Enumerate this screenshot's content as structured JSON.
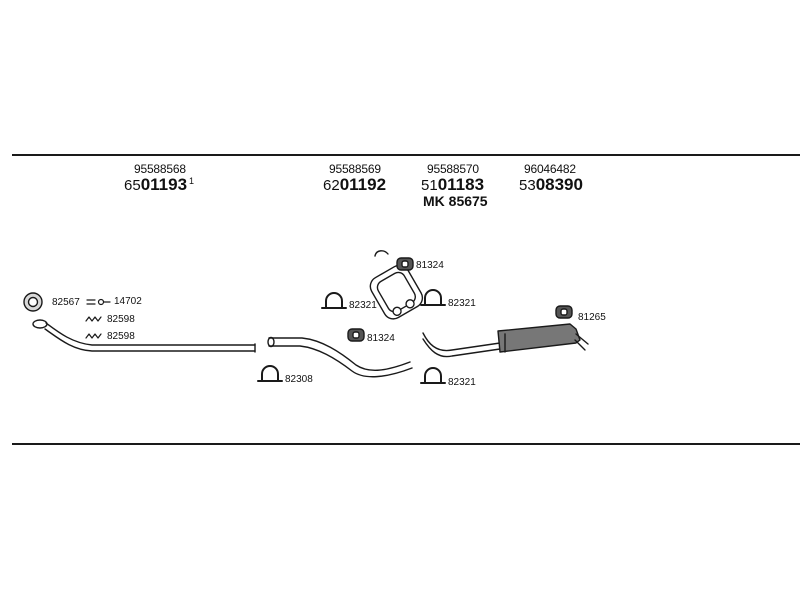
{
  "header_parts": [
    {
      "part": "95588568",
      "prefix": "65",
      "main": "01193",
      "sup": "1"
    },
    {
      "part": "95588569",
      "prefix": "62",
      "main": "01192",
      "sup": ""
    },
    {
      "part": "95588570",
      "prefix": "51",
      "main": "01183",
      "sup": ""
    },
    {
      "part": "96046482",
      "prefix": "53",
      "main": "08390",
      "sup": ""
    }
  ],
  "mk_label": "MK 85675",
  "item_labels": {
    "ring_front": "82567",
    "gasket_14702": "14702",
    "spring_82598_a": "82598",
    "spring_82598_b": "82598",
    "clamp_82308": "82308",
    "clamp_82321_a": "82321",
    "mount_81324_a": "81324",
    "mount_81324_b": "81324",
    "clamp_82321_b": "82321",
    "clamp_82321_c": "82321",
    "mount_81265": "81265"
  },
  "colors": {
    "line": "#1a1a1a",
    "fill": "#777777",
    "light": "#cfcfcf"
  }
}
